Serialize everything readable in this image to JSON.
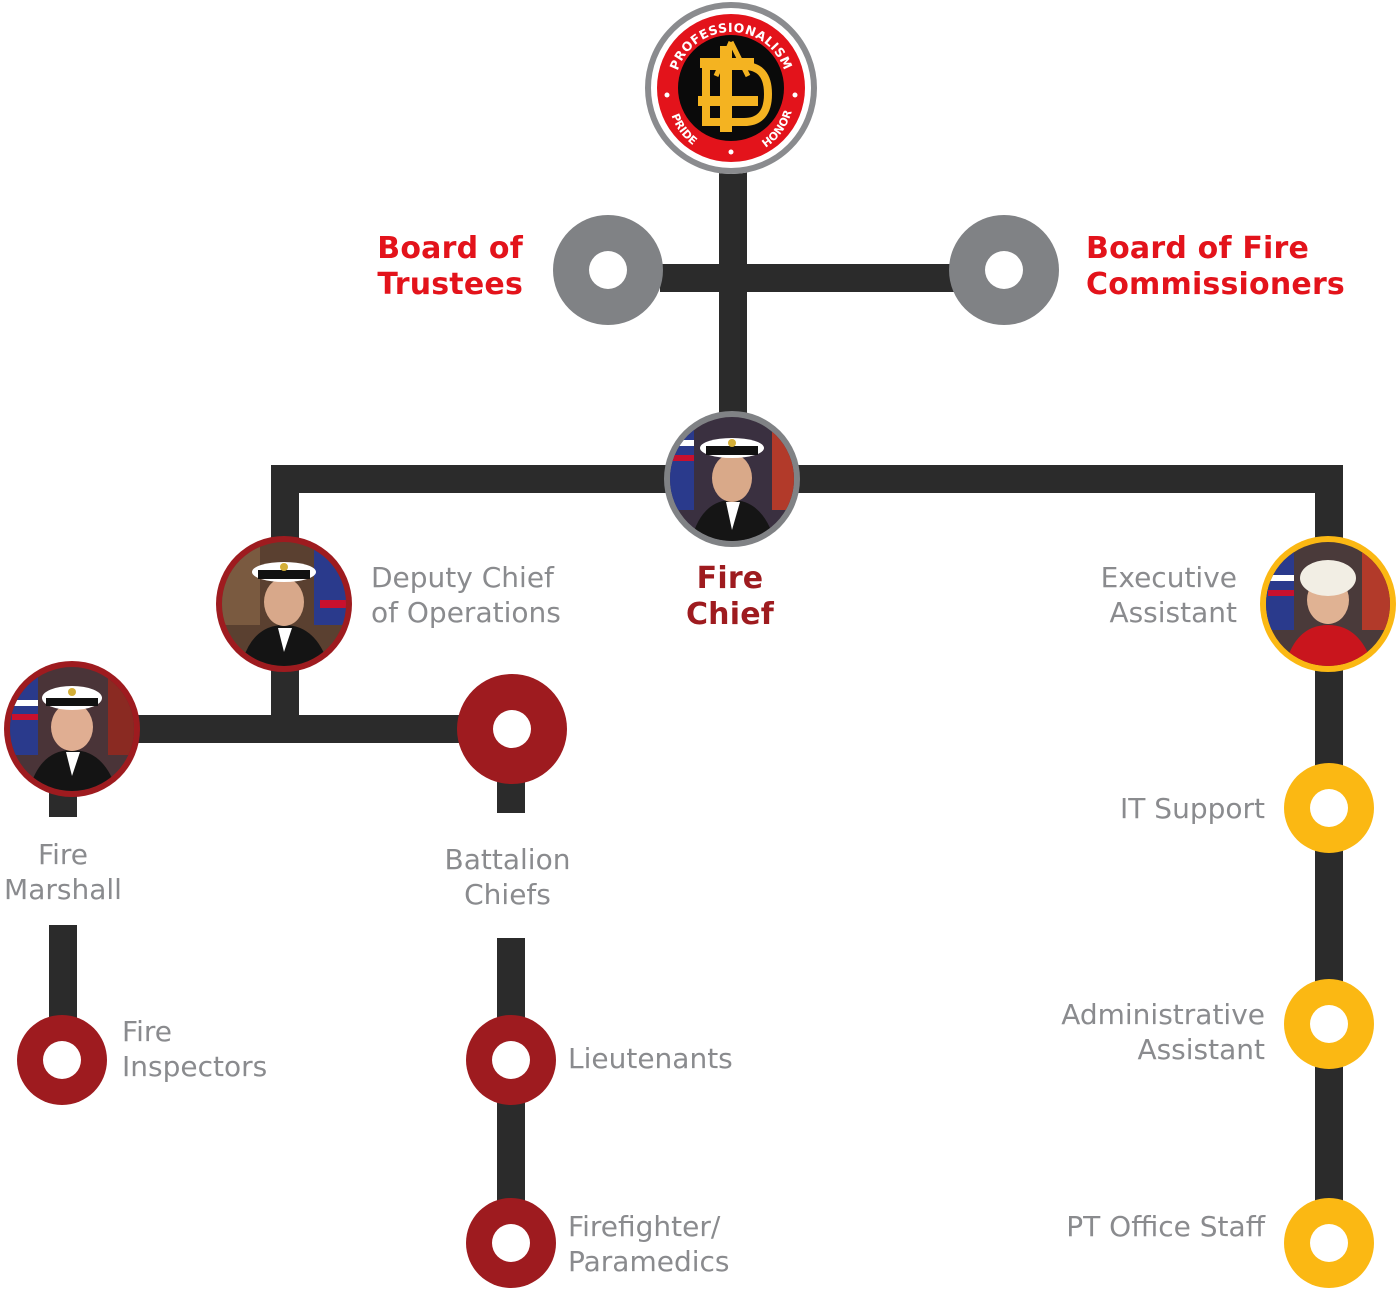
{
  "logo": {
    "ring_text_top": "PROFESSIONALISM",
    "ring_text_left": "PRIDE",
    "ring_text_right": "HONOR",
    "monogram": "ADF"
  },
  "boards": {
    "trustees": [
      "Board of",
      "Trustees"
    ],
    "commissioners": [
      "Board of Fire",
      "Commissioners"
    ]
  },
  "fire_chief": [
    "Fire",
    "Chief"
  ],
  "deputy_chief": [
    "Deputy Chief",
    "of Operations"
  ],
  "executive_assistant": [
    "Executive",
    "Assistant"
  ],
  "fire_marshall": [
    "Fire",
    "Marshall"
  ],
  "battalion_chiefs": [
    "Battalion",
    "Chiefs"
  ],
  "fire_inspectors": [
    "Fire",
    "Inspectors"
  ],
  "lieutenants": "Lieutenants",
  "firefighters": [
    "Firefighter/",
    "Paramedics"
  ],
  "it_support": "IT Support",
  "administrative_assistant": [
    "Administrative",
    "Assistant"
  ],
  "pt_office_staff": "PT Office Staff",
  "colors": {
    "line": "#2b2b2b",
    "board_node": "#808285",
    "operations_node": "#9e1b1f",
    "admin_node": "#fbb813",
    "board_text": "#e3131b",
    "chief_text": "#9e1b1f",
    "label_text": "#8a8b8e"
  }
}
